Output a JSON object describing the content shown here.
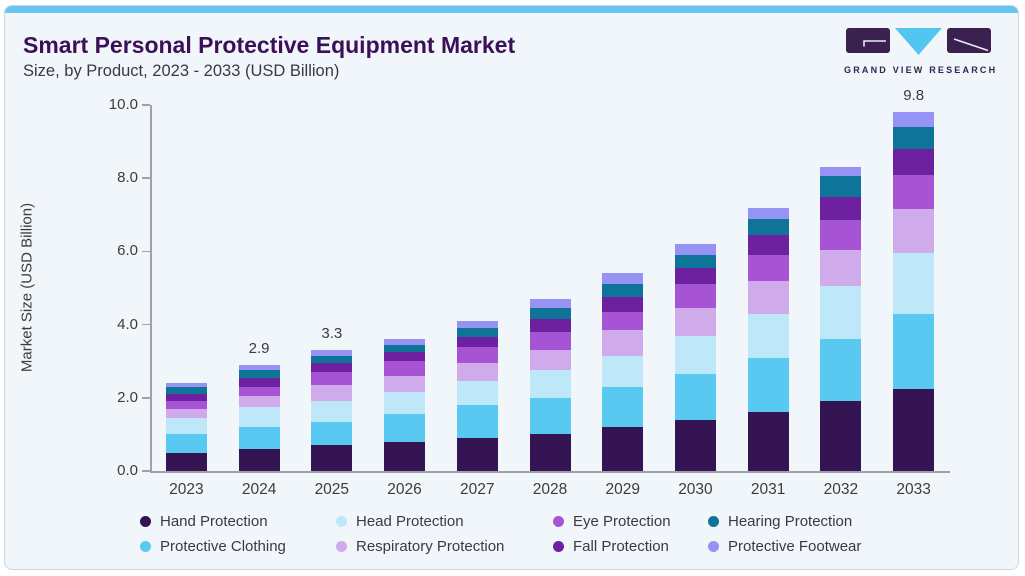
{
  "header": {
    "title": "Smart Personal Protective Equipment Market",
    "subtitle": "Size, by Product, 2023 - 2033 (USD Billion)"
  },
  "logo": {
    "text": "GRAND VIEW RESEARCH"
  },
  "colors": {
    "card_background": "#f0f6fa",
    "top_strip": "#67c5f0",
    "card_border": "#c9d8e6",
    "title_text": "#3c1059",
    "subtitle_text": "#3a3a40",
    "axis_text": "#3c3c40",
    "axis_line": "#a0a0a8",
    "logo_purple": "#3a2150",
    "logo_blue": "#52c5f0"
  },
  "chart_data": {
    "type": "bar",
    "stacked": true,
    "title": "Smart Personal Protective Equipment Market",
    "subtitle": "Size, by Product, 2023 - 2033 (USD Billion)",
    "xlabel": "",
    "ylabel": "Market Size (USD Billion)",
    "ylim": [
      0,
      10
    ],
    "ytick_labels": [
      "0.0",
      "2.0",
      "4.0",
      "6.0",
      "8.0",
      "10.0"
    ],
    "grid": false,
    "legend_position": "bottom",
    "categories": [
      "2023",
      "2024",
      "2025",
      "2026",
      "2027",
      "2028",
      "2029",
      "2030",
      "2031",
      "2032",
      "2033"
    ],
    "series": [
      {
        "name": "Hand Protection",
        "color": "#341452",
        "values": [
          0.5,
          0.6,
          0.7,
          0.8,
          0.9,
          1.0,
          1.2,
          1.4,
          1.6,
          1.9,
          2.25
        ]
      },
      {
        "name": "Protective Clothing",
        "color": "#5ac9f2",
        "values": [
          0.5,
          0.6,
          0.65,
          0.75,
          0.9,
          1.0,
          1.1,
          1.25,
          1.5,
          1.7,
          2.05
        ]
      },
      {
        "name": "Head Protection",
        "color": "#bfe7fa",
        "values": [
          0.45,
          0.55,
          0.55,
          0.6,
          0.65,
          0.75,
          0.85,
          1.05,
          1.2,
          1.45,
          1.65
        ]
      },
      {
        "name": "Respiratory Protection",
        "color": "#d0abec",
        "values": [
          0.25,
          0.3,
          0.45,
          0.45,
          0.5,
          0.55,
          0.7,
          0.75,
          0.9,
          1.0,
          1.2
        ]
      },
      {
        "name": "Eye Protection",
        "color": "#a754d4",
        "values": [
          0.2,
          0.25,
          0.35,
          0.4,
          0.45,
          0.5,
          0.5,
          0.65,
          0.7,
          0.8,
          0.95
        ]
      },
      {
        "name": "Fall Protection",
        "color": "#6d21a0",
        "values": [
          0.2,
          0.25,
          0.25,
          0.25,
          0.25,
          0.35,
          0.4,
          0.45,
          0.55,
          0.65,
          0.7
        ]
      },
      {
        "name": "Hearing Protection",
        "color": "#0e7599",
        "values": [
          0.2,
          0.2,
          0.2,
          0.2,
          0.25,
          0.3,
          0.35,
          0.35,
          0.45,
          0.55,
          0.6
        ]
      },
      {
        "name": "Protective Footwear",
        "color": "#9793f5",
        "values": [
          0.1,
          0.15,
          0.15,
          0.15,
          0.2,
          0.25,
          0.3,
          0.3,
          0.3,
          0.25,
          0.4
        ]
      }
    ],
    "totals": [
      2.4,
      2.9,
      3.3,
      3.6,
      4.1,
      4.7,
      5.4,
      6.2,
      7.2,
      8.3,
      9.8
    ],
    "bar_value_labels": {
      "2024": "2.9",
      "2025": "3.3",
      "2033": "9.8"
    }
  },
  "legend": {
    "rows": [
      [
        "Hand Protection",
        "Head Protection",
        "Eye Protection",
        "Hearing Protection"
      ],
      [
        "Protective Clothing",
        "Respiratory Protection",
        "Fall Protection",
        "Protective Footwear"
      ]
    ]
  }
}
